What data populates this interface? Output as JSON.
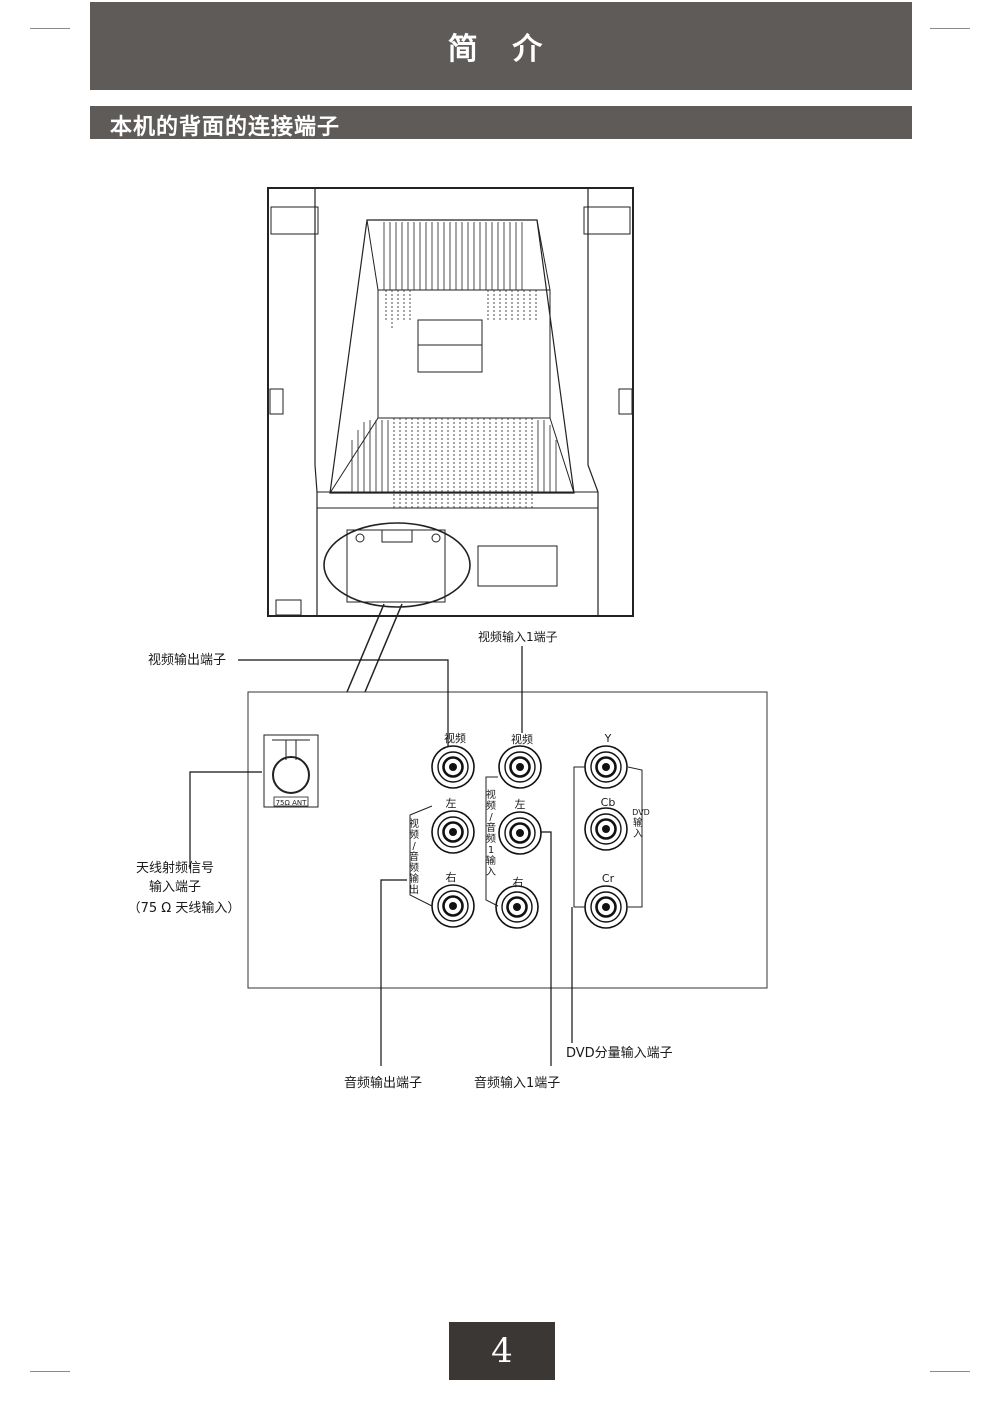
{
  "header": {
    "title": "简 介"
  },
  "section": {
    "title": "本机的背面的连接端子"
  },
  "diagram": {
    "labels": {
      "video_out": "视频输出端子",
      "video_in1": "视频输入1端子",
      "antenna_line1": "天线射频信号",
      "antenna_line2": "输入端子",
      "antenna_line3": "（75 Ω  天线输入）",
      "audio_out": "音频输出端子",
      "audio_in1": "音频输入1端子",
      "dvd_component": "DVD分量输入端子"
    },
    "panel": {
      "ant_plate": "75Ω ANT",
      "av_out_video": "视频",
      "av_out_left": "左",
      "av_out_right": "右",
      "av_out_vertical": [
        "视",
        "频",
        "/",
        "音",
        "频",
        "输",
        "出"
      ],
      "av_in_video": "视频",
      "av_in_left": "左",
      "av_in_right": "右",
      "av_in_vertical": [
        "视",
        "频",
        "/",
        "音",
        "频",
        "1",
        "输",
        "入"
      ],
      "y": "Y",
      "cb": "Cb",
      "cr": "Cr",
      "dvd_vertical": [
        "DVD",
        "输",
        "入"
      ]
    }
  },
  "page": {
    "number": "4"
  }
}
